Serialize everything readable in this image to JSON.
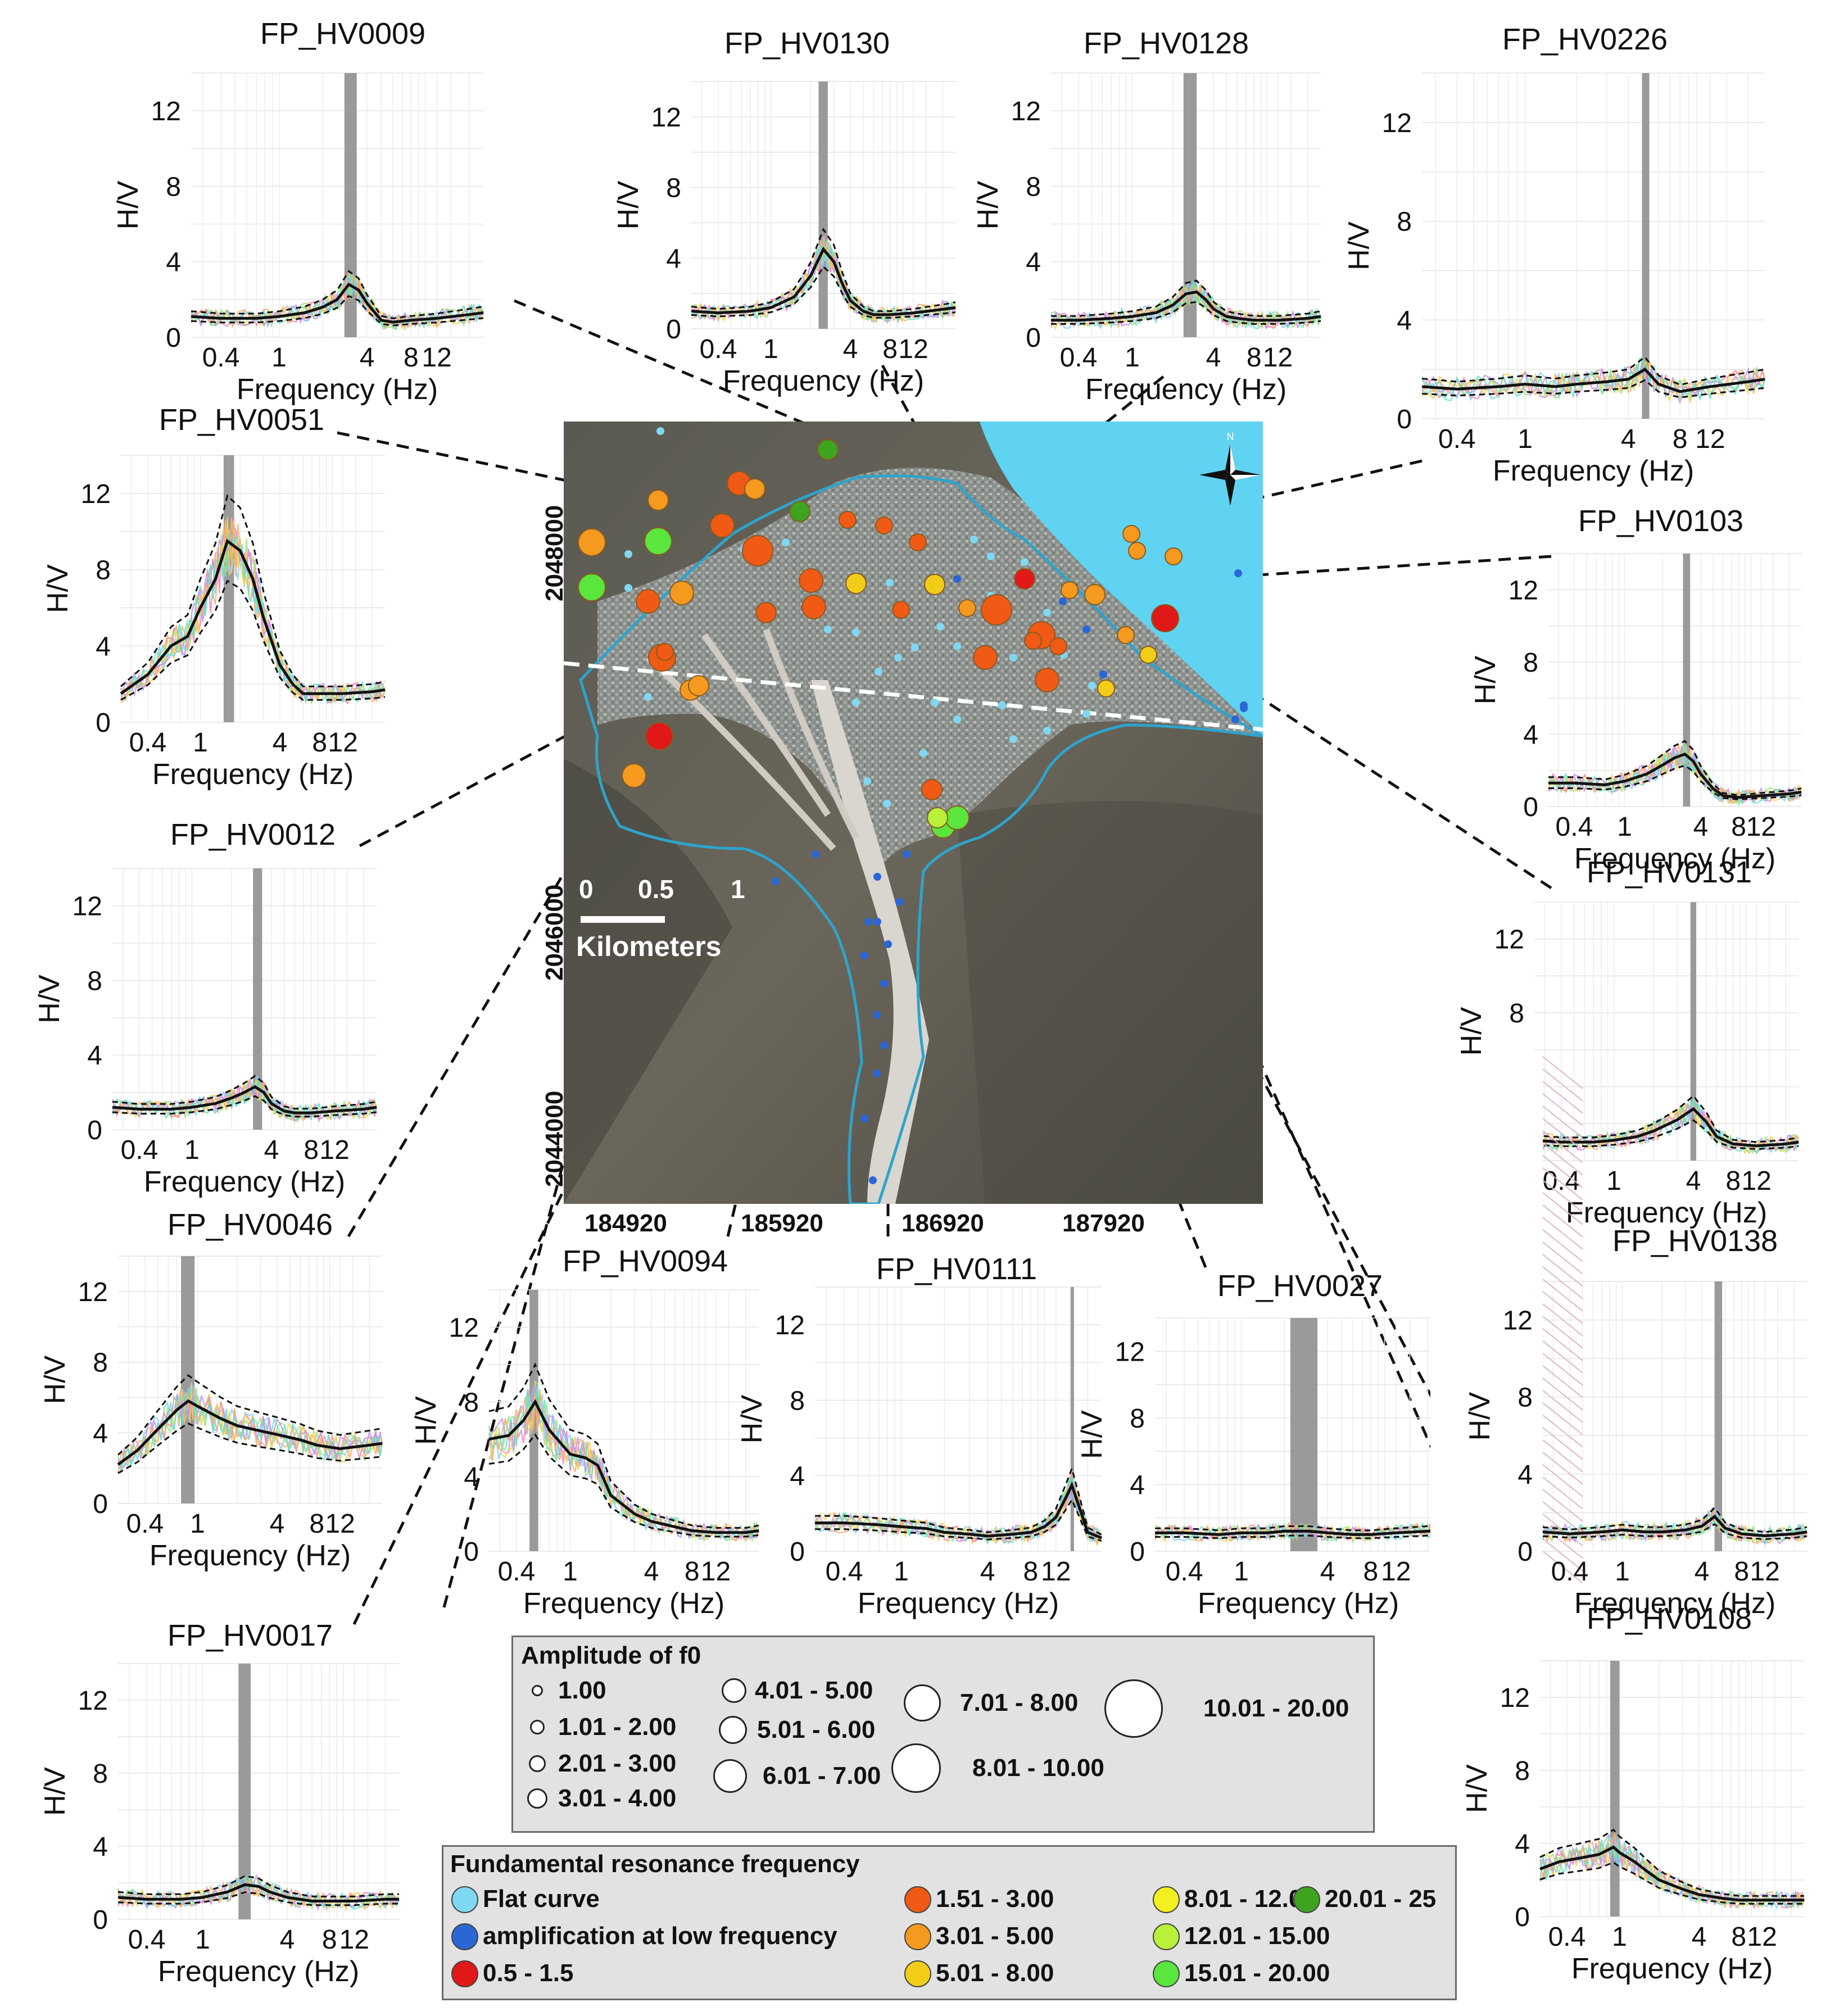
{
  "map": {
    "scale_labels": [
      "0",
      "0.5",
      "1"
    ],
    "scale_unit": "Kilometers",
    "north_label": "N",
    "x_ticks": [
      "184920",
      "185920",
      "186920",
      "187920"
    ],
    "y_ticks": [
      "2048000",
      "2046000",
      "2044000"
    ]
  },
  "axis_common": {
    "ylabel": "H/V",
    "xlabel": "Frequency (Hz)",
    "y_ticks": [
      "0",
      "4",
      "8",
      "12"
    ]
  },
  "chart_data": [
    {
      "type": "line",
      "title": "FP_HV0009",
      "xlabel": "Frequency (Hz)",
      "ylabel": "H/V",
      "x_scale": "log",
      "xlim": [
        0.25,
        25
      ],
      "ylim": [
        0,
        14
      ],
      "x_ticks": [
        "0.4",
        "1",
        "4",
        "8",
        "12"
      ],
      "f0_band": [
        2.8,
        3.4
      ],
      "series": [
        {
          "name": "mean H/V",
          "x": [
            0.25,
            0.4,
            0.7,
            1,
            1.5,
            2,
            2.5,
            3,
            3.5,
            4,
            5,
            6,
            8,
            12,
            20,
            25
          ],
          "y": [
            1.1,
            1.0,
            1.0,
            1.1,
            1.3,
            1.6,
            2.0,
            2.8,
            2.5,
            1.8,
            0.9,
            0.8,
            0.9,
            1.0,
            1.2,
            1.3
          ]
        }
      ]
    },
    {
      "type": "line",
      "title": "FP_HV0130",
      "xlabel": "Frequency (Hz)",
      "ylabel": "H/V",
      "x_scale": "log",
      "xlim": [
        0.25,
        25
      ],
      "ylim": [
        0,
        14
      ],
      "x_ticks": [
        "0.4",
        "1",
        "4",
        "8",
        "12"
      ],
      "f0_band": [
        2.3,
        2.7
      ],
      "series": [
        {
          "name": "mean H/V",
          "x": [
            0.25,
            0.4,
            0.7,
            1,
            1.5,
            2,
            2.5,
            3,
            3.5,
            4,
            5,
            6,
            8,
            12,
            20,
            25
          ],
          "y": [
            1.0,
            0.9,
            1.0,
            1.2,
            1.8,
            3.0,
            4.5,
            3.8,
            2.5,
            1.6,
            1.0,
            0.8,
            0.8,
            0.9,
            1.1,
            1.2
          ]
        }
      ]
    },
    {
      "type": "line",
      "title": "FP_HV0128",
      "xlabel": "Frequency (Hz)",
      "ylabel": "H/V",
      "x_scale": "log",
      "xlim": [
        0.25,
        25
      ],
      "ylim": [
        0,
        14
      ],
      "x_ticks": [
        "0.4",
        "1",
        "4",
        "8",
        "12"
      ],
      "f0_band": [
        2.4,
        3.0
      ],
      "series": [
        {
          "name": "mean H/V",
          "x": [
            0.25,
            0.4,
            0.7,
            1,
            1.5,
            2,
            2.5,
            3,
            3.5,
            4,
            5,
            6,
            8,
            12,
            20,
            25
          ],
          "y": [
            0.9,
            0.9,
            1.0,
            1.1,
            1.3,
            1.7,
            2.3,
            2.4,
            2.0,
            1.5,
            1.1,
            1.0,
            0.9,
            0.9,
            1.0,
            1.1
          ]
        }
      ]
    },
    {
      "type": "line",
      "title": "FP_HV0226",
      "xlabel": "Frequency (Hz)",
      "ylabel": "H/V",
      "x_scale": "log",
      "xlim": [
        0.25,
        25
      ],
      "ylim": [
        0,
        14
      ],
      "x_ticks": [
        "0.4",
        "1",
        "4",
        "8",
        "12"
      ],
      "f0_band": [
        4.8,
        5.3
      ],
      "series": [
        {
          "name": "mean H/V",
          "x": [
            0.25,
            0.4,
            0.7,
            1,
            1.5,
            2,
            3,
            4,
            5,
            6,
            8,
            12,
            20,
            25
          ],
          "y": [
            1.3,
            1.2,
            1.3,
            1.4,
            1.3,
            1.4,
            1.5,
            1.6,
            2.0,
            1.4,
            1.1,
            1.3,
            1.5,
            1.6
          ]
        }
      ]
    },
    {
      "type": "line",
      "title": "FP_HV0051",
      "xlabel": "Frequency (Hz)",
      "ylabel": "H/V",
      "x_scale": "log",
      "xlim": [
        0.25,
        25
      ],
      "ylim": [
        0,
        14
      ],
      "x_ticks": [
        "0.4",
        "1",
        "4",
        "8",
        "12"
      ],
      "f0_band": [
        1.5,
        1.8
      ],
      "series": [
        {
          "name": "mean H/V",
          "x": [
            0.25,
            0.4,
            0.6,
            0.8,
            1,
            1.3,
            1.6,
            2,
            2.5,
            3,
            4,
            5,
            6,
            8,
            12,
            20,
            25
          ],
          "y": [
            1.5,
            2.5,
            4.0,
            4.5,
            6.0,
            7.5,
            9.5,
            9.0,
            7.5,
            5.5,
            3.0,
            2.0,
            1.5,
            1.5,
            1.5,
            1.6,
            1.7
          ]
        }
      ]
    },
    {
      "type": "line",
      "title": "FP_HV0103",
      "xlabel": "Frequency (Hz)",
      "ylabel": "H/V",
      "x_scale": "log",
      "xlim": [
        0.25,
        25
      ],
      "ylim": [
        0,
        14
      ],
      "x_ticks": [
        "0.4",
        "1",
        "4",
        "8",
        "12"
      ],
      "f0_band": [
        2.9,
        3.3
      ],
      "series": [
        {
          "name": "mean H/V",
          "x": [
            0.25,
            0.4,
            0.7,
            1,
            1.5,
            2,
            2.5,
            3,
            3.5,
            4,
            5,
            6,
            8,
            12,
            20,
            25
          ],
          "y": [
            1.3,
            1.3,
            1.2,
            1.4,
            1.8,
            2.3,
            2.7,
            2.9,
            2.5,
            1.8,
            1.0,
            0.6,
            0.5,
            0.6,
            0.7,
            0.8
          ]
        }
      ]
    },
    {
      "type": "line",
      "title": "FP_HV0012",
      "xlabel": "Frequency (Hz)",
      "ylabel": "H/V",
      "x_scale": "log",
      "xlim": [
        0.25,
        25
      ],
      "ylim": [
        0,
        14
      ],
      "x_ticks": [
        "0.4",
        "1",
        "4",
        "8",
        "12"
      ],
      "f0_band": [
        2.9,
        3.4
      ],
      "series": [
        {
          "name": "mean H/V",
          "x": [
            0.25,
            0.4,
            0.7,
            1,
            1.5,
            2,
            2.5,
            3,
            3.5,
            4,
            5,
            6,
            8,
            12,
            20,
            25
          ],
          "y": [
            1.2,
            1.1,
            1.1,
            1.2,
            1.4,
            1.7,
            2.0,
            2.3,
            2.0,
            1.4,
            1.0,
            0.9,
            0.9,
            1.0,
            1.1,
            1.2
          ]
        }
      ]
    },
    {
      "type": "line",
      "title": "FP_HV0131",
      "xlabel": "Frequency (Hz)",
      "ylabel": "H/V",
      "x_scale": "log",
      "xlim": [
        0.25,
        25
      ],
      "ylim": [
        0,
        14
      ],
      "x_ticks": [
        "0.4",
        "1",
        "4",
        "8",
        "12"
      ],
      "f0_band": [
        3.8,
        4.2
      ],
      "series": [
        {
          "name": "mean H/V",
          "x": [
            0.25,
            0.4,
            0.7,
            1,
            1.5,
            2,
            3,
            4,
            5,
            6,
            8,
            12,
            20,
            25
          ],
          "y": [
            1.1,
            1.0,
            1.0,
            1.1,
            1.3,
            1.6,
            2.2,
            2.8,
            2.1,
            1.3,
            0.9,
            0.8,
            0.9,
            1.0
          ]
        }
      ]
    },
    {
      "type": "line",
      "title": "FP_HV0046",
      "xlabel": "Frequency (Hz)",
      "ylabel": "H/V",
      "x_scale": "log",
      "xlim": [
        0.25,
        25
      ],
      "ylim": [
        0,
        14
      ],
      "x_ticks": [
        "0.4",
        "1",
        "4",
        "8",
        "12"
      ],
      "f0_band": [
        0.75,
        0.95
      ],
      "series": [
        {
          "name": "mean H/V",
          "x": [
            0.25,
            0.35,
            0.5,
            0.7,
            0.85,
            1,
            1.5,
            2,
            3,
            4,
            6,
            8,
            12,
            20,
            25
          ],
          "y": [
            2.2,
            3.0,
            4.2,
            5.3,
            5.8,
            5.5,
            4.8,
            4.4,
            4.1,
            3.9,
            3.6,
            3.3,
            3.1,
            3.3,
            3.4
          ]
        }
      ]
    },
    {
      "type": "line",
      "title": "FP_HV0094",
      "xlabel": "Frequency (Hz)",
      "ylabel": "H/V",
      "x_scale": "log",
      "xlim": [
        0.25,
        25
      ],
      "ylim": [
        0,
        14
      ],
      "x_ticks": [
        "0.4",
        "1",
        "4",
        "8",
        "12"
      ],
      "f0_band": [
        0.5,
        0.58
      ],
      "series": [
        {
          "name": "mean H/V",
          "x": [
            0.25,
            0.35,
            0.45,
            0.55,
            0.7,
            1,
            1.3,
            1.6,
            2,
            3,
            4,
            6,
            8,
            12,
            20,
            25
          ],
          "y": [
            6.0,
            6.2,
            7.0,
            8.0,
            6.5,
            5.2,
            5.0,
            4.6,
            3.0,
            2.0,
            1.6,
            1.3,
            1.1,
            1.0,
            1.0,
            1.1
          ]
        }
      ]
    },
    {
      "type": "line",
      "title": "FP_HV0111",
      "xlabel": "Frequency (Hz)",
      "ylabel": "H/V",
      "x_scale": "log",
      "xlim": [
        0.25,
        25
      ],
      "ylim": [
        0,
        14
      ],
      "x_ticks": [
        "0.4",
        "1",
        "4",
        "8",
        "12"
      ],
      "f0_band": [
        15.2,
        15.6
      ],
      "series": [
        {
          "name": "mean H/V",
          "x": [
            0.25,
            0.4,
            0.7,
            1,
            1.5,
            2,
            3,
            4,
            6,
            8,
            10,
            12,
            14,
            15.5,
            17,
            20,
            25
          ],
          "y": [
            1.5,
            1.5,
            1.4,
            1.3,
            1.2,
            1.0,
            0.9,
            0.8,
            0.9,
            1.0,
            1.3,
            1.8,
            2.8,
            3.5,
            2.6,
            1.0,
            0.7
          ]
        }
      ]
    },
    {
      "type": "line",
      "title": "FP_HV0027",
      "xlabel": "Frequency (Hz)",
      "ylabel": "H/V",
      "x_scale": "log",
      "xlim": [
        0.25,
        25
      ],
      "ylim": [
        0,
        14
      ],
      "x_ticks": [
        "0.4",
        "1",
        "4",
        "8",
        "12"
      ],
      "f0_band": [
        2.2,
        3.4
      ],
      "series": [
        {
          "name": "mean H/V",
          "x": [
            0.25,
            0.4,
            0.7,
            1,
            1.5,
            2,
            3,
            4,
            6,
            8,
            12,
            20,
            25
          ],
          "y": [
            1.1,
            1.1,
            1.0,
            1.1,
            1.1,
            1.2,
            1.2,
            1.1,
            1.0,
            1.0,
            1.1,
            1.2,
            1.3
          ]
        }
      ]
    },
    {
      "type": "line",
      "title": "FP_HV0138",
      "xlabel": "Frequency (Hz)",
      "ylabel": "H/V",
      "x_scale": "log",
      "xlim": [
        0.25,
        25
      ],
      "ylim": [
        0,
        14
      ],
      "x_ticks": [
        "0.4",
        "1",
        "4",
        "8",
        "12"
      ],
      "f0_band": [
        5.0,
        5.7
      ],
      "series": [
        {
          "name": "mean H/V",
          "x": [
            0.25,
            0.4,
            0.7,
            1,
            1.5,
            2,
            3,
            4,
            5,
            6,
            8,
            12,
            20,
            25
          ],
          "y": [
            1.0,
            0.9,
            1.0,
            1.1,
            1.0,
            1.0,
            1.1,
            1.3,
            1.8,
            1.2,
            0.9,
            0.8,
            0.9,
            1.0
          ]
        }
      ]
    },
    {
      "type": "line",
      "title": "FP_HV0017",
      "xlabel": "Frequency (Hz)",
      "ylabel": "H/V",
      "x_scale": "log",
      "xlim": [
        0.25,
        25
      ],
      "ylim": [
        0,
        14
      ],
      "x_ticks": [
        "0.4",
        "1",
        "4",
        "8",
        "12"
      ],
      "f0_band": [
        1.8,
        2.2
      ],
      "series": [
        {
          "name": "mean H/V",
          "x": [
            0.25,
            0.4,
            0.7,
            1,
            1.5,
            2,
            2.5,
            3,
            4,
            6,
            8,
            12,
            20,
            25
          ],
          "y": [
            1.2,
            1.1,
            1.1,
            1.2,
            1.5,
            1.9,
            1.8,
            1.5,
            1.2,
            1.0,
            1.0,
            1.0,
            1.1,
            1.1
          ]
        }
      ]
    },
    {
      "type": "line",
      "title": "FP_HV0108",
      "xlabel": "Frequency (Hz)",
      "ylabel": "H/V",
      "x_scale": "log",
      "xlim": [
        0.25,
        25
      ],
      "ylim": [
        0,
        14
      ],
      "x_ticks": [
        "0.4",
        "1",
        "4",
        "8",
        "12"
      ],
      "f0_band": [
        0.85,
        1.0
      ],
      "series": [
        {
          "name": "mean H/V",
          "x": [
            0.25,
            0.35,
            0.5,
            0.7,
            0.9,
            1,
            1.3,
            1.6,
            2,
            3,
            4,
            6,
            8,
            12,
            20,
            25
          ],
          "y": [
            2.6,
            3.0,
            3.2,
            3.4,
            3.8,
            3.5,
            3.0,
            2.5,
            2.0,
            1.5,
            1.2,
            1.0,
            0.9,
            0.9,
            0.9,
            0.9
          ]
        }
      ]
    }
  ],
  "legend_amplitude": {
    "title": "Amplitude of f0",
    "items": [
      "1.00",
      "1.01 - 2.00",
      "2.01 - 3.00",
      "3.01 - 4.00",
      "4.01 - 5.00",
      "5.01 - 6.00",
      "6.01 - 7.00",
      "7.01 - 8.00",
      "8.01 - 10.00",
      "10.01 - 20.00"
    ]
  },
  "legend_frequency": {
    "title": "Fundamental resonance frequency",
    "items": [
      {
        "label": "Flat curve",
        "color": "#7fd8f2"
      },
      {
        "label": "amplification at low frequency",
        "color": "#2a66d6"
      },
      {
        "label": "0.5 - 1.5",
        "color": "#e01818"
      },
      {
        "label": "1.51 - 3.00",
        "color": "#f05a14"
      },
      {
        "label": "3.01 - 5.00",
        "color": "#f59a1e"
      },
      {
        "label": "5.01 - 8.00",
        "color": "#f2cd18"
      },
      {
        "label": "8.01 - 12.00",
        "color": "#f4f020"
      },
      {
        "label": "12.01 - 15.00",
        "color": "#b8f03a"
      },
      {
        "label": "15.01 - 20.00",
        "color": "#5ae63c"
      },
      {
        "label": "20.01 - 25",
        "color": "#3ea31e"
      }
    ]
  }
}
